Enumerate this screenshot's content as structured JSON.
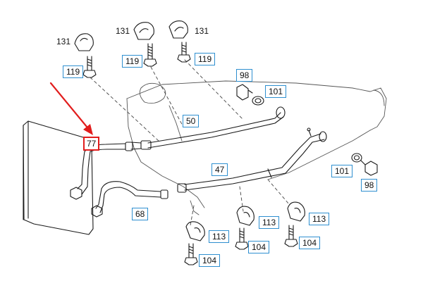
{
  "callouts": {
    "p131_left": "131",
    "p131_mid": "131",
    "p131_right": "131",
    "p119_left": "119",
    "p119_mid": "119",
    "p119_right": "119",
    "p98_top": "98",
    "p101_top": "101",
    "p50": "50",
    "p77": "77",
    "p47": "47",
    "p101_right": "101",
    "p98_right": "98",
    "p68": "68",
    "p113_a": "113",
    "p113_b": "113",
    "p113_c": "113",
    "p104_a": "104",
    "p104_b": "104",
    "p104_c": "104"
  },
  "colors": {
    "line": "#1a1a1a",
    "box_border": "#2e8fd0",
    "highlight": "#e11d1d"
  }
}
